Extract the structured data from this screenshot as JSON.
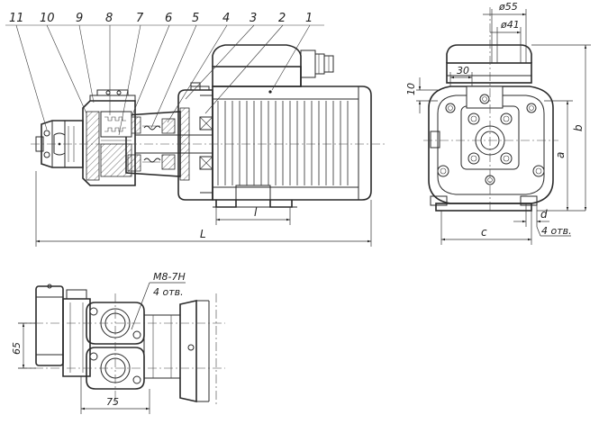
{
  "part_numbers": [
    "11",
    "10",
    "9",
    "8",
    "7",
    "6",
    "5",
    "4",
    "3",
    "2",
    "1"
  ],
  "dimensions": {
    "phi55": "ø55",
    "phi41": "ø41",
    "d30": "30",
    "d10": "10",
    "a": "a",
    "b": "b",
    "c": "c",
    "d": "d",
    "holes_top": "4 отв.",
    "l_small": "l",
    "L": "L",
    "d65": "65",
    "d75": "75"
  },
  "thread_note": {
    "spec": "M8-7H",
    "count": "4 отв."
  }
}
